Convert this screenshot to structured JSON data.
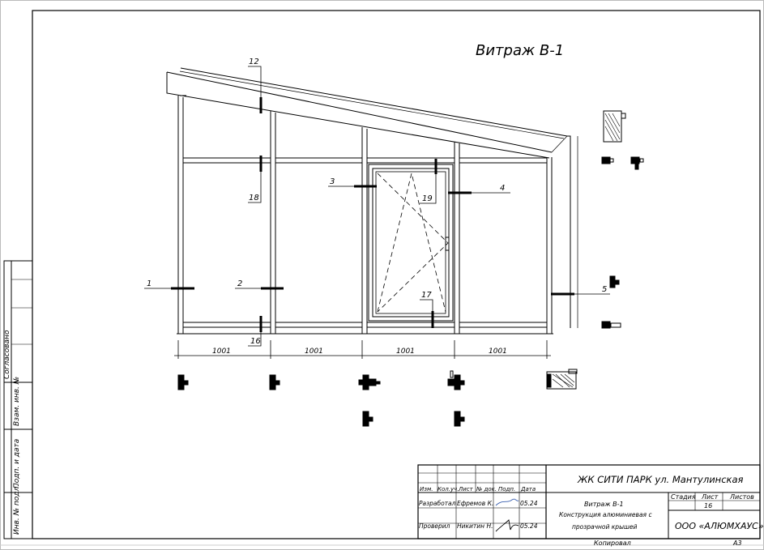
{
  "drawing": {
    "title": "Витраж В-1",
    "callouts": [
      "12",
      "18",
      "3",
      "19",
      "4",
      "1",
      "2",
      "16",
      "17",
      "5"
    ],
    "dimensions": [
      "1001",
      "1001",
      "1001",
      "1001"
    ]
  },
  "side_stamp": {
    "soglasovano": "Согласовано",
    "vzam_inv": "Взам. инв. №",
    "podp_data": "Подп. и дата",
    "inv_podl": "Инв. № подл."
  },
  "title_block": {
    "project": "ЖК СИТИ ПАРК ул. Мантулинская",
    "headers": [
      "Изм.",
      "Кол.уч.",
      "Лист",
      "№ док.",
      "Подп.",
      "Дата"
    ],
    "role_developed": "Разработал",
    "name_developed": "Ефремов К.",
    "date_developed": "05.24",
    "role_checked": "Проверил",
    "name_checked": "Никитин Н.",
    "date_checked": "05.24",
    "sheet_title": "Витраж В-1",
    "sheet_desc_1": "Конструкция алюминиевая с",
    "sheet_desc_2": "прозрачной крышей",
    "stage_label": "Стадия",
    "sheet_label": "Лист",
    "sheets_label": "Листов",
    "sheet_number": "16",
    "company": "ООО «АЛЮМХАУС»",
    "copied": "Копировал",
    "format": "А3"
  }
}
